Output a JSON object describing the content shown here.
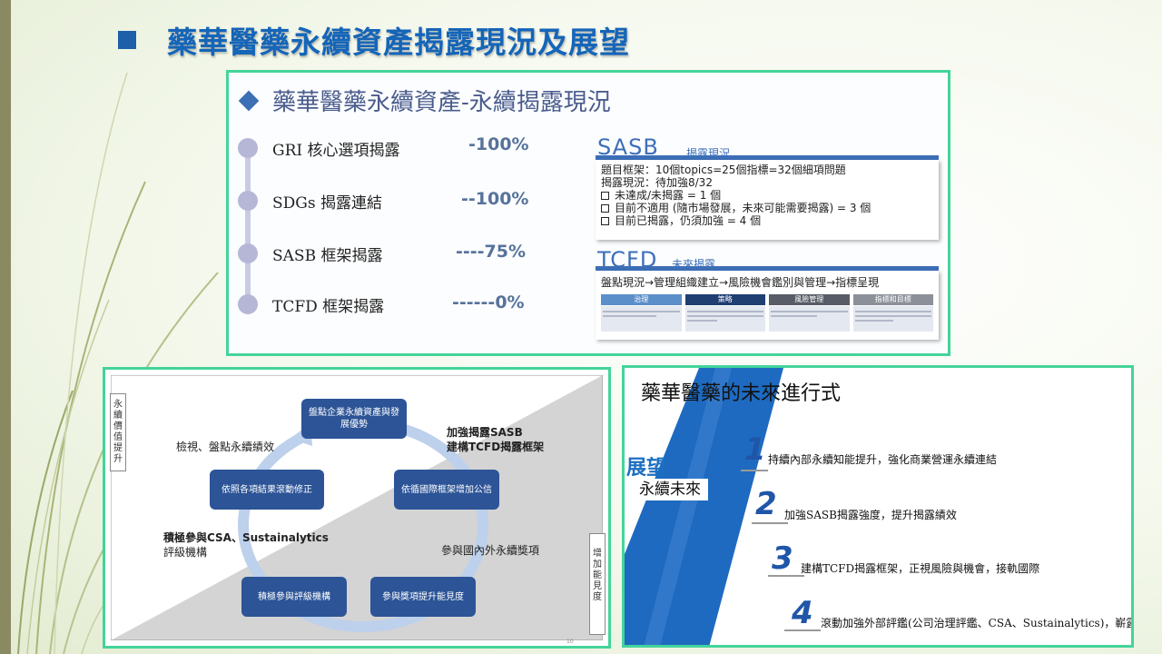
{
  "slide_title": "藥華醫藥永續資產揭露現況及展望",
  "status_panel": {
    "title": "藥華醫藥永續資產-永續揭露現況",
    "items": [
      {
        "label": "GRI  核心選項揭露",
        "percent": "-100%"
      },
      {
        "label": "SDGs 揭露連結",
        "percent": "--100%"
      },
      {
        "label": "SASB 框架揭露",
        "percent": "----75%"
      },
      {
        "label": "TCFD 框架揭露",
        "percent": "------0%"
      }
    ],
    "sasb": {
      "name": "SASB",
      "subtitle": "揭露現況",
      "lines": [
        "題目框架：10個topics=25個指標=32個細項問題",
        "揭露現況：待加強8/32"
      ],
      "checks": [
        "未達成/未揭露 = 1 個",
        "目前不適用 (隨市場發展，未來可能需要揭露) = 3 個",
        "目前已揭露，仍須加強 = 4 個"
      ]
    },
    "tcfd": {
      "name": "TCFD",
      "subtitle": "未來揭露",
      "flow": "盤點現況→管理組織建立→風險機會鑑別與管理→指標呈現",
      "columns": [
        {
          "head": "治理",
          "color": "#5b8fc9"
        },
        {
          "head": "策略",
          "color": "#1f3f73"
        },
        {
          "head": "風險管理",
          "color": "#585c66"
        },
        {
          "head": "指標和目標",
          "color": "#8c9099"
        }
      ]
    }
  },
  "cycle_panel": {
    "side_left": "永續價值提升",
    "side_right": "增加能見度",
    "nodes": {
      "top": "盤點企業永續資產與發展優勢",
      "right": "依循國際框架增加公信",
      "bottom_right": "參與獎項提升能見度",
      "bottom_left": "積極參與評級機構",
      "left": "依照各項結果滾動修正"
    },
    "notes": {
      "review": "檢視、盤點永續績效",
      "sasb_a": "加強揭露SASB",
      "sasb_b": "建構TCFD揭露框架",
      "awards": "參與國內外永續獎項",
      "csa_a": "積極參與CSA、Sustainalytics",
      "csa_b": "評級機構"
    },
    "page_no": "10"
  },
  "future_panel": {
    "title": "藥華醫藥的未來進行式",
    "outlook": "展望",
    "outlook_sub": "永續未來",
    "items": [
      {
        "num": "1",
        "text": "持續內部永續知能提升，強化商業營運永續連結"
      },
      {
        "num": "2",
        "text": "加強SASB揭露強度，提升揭露績效"
      },
      {
        "num": "3",
        "text": "建構TCFD揭露框架，正視風險與機會，接軌國際"
      },
      {
        "num": "4",
        "text": "滾動加強外部評鑑(公司治理評鑑、CSA、Sustainalytics)，嶄露亮點"
      }
    ]
  }
}
